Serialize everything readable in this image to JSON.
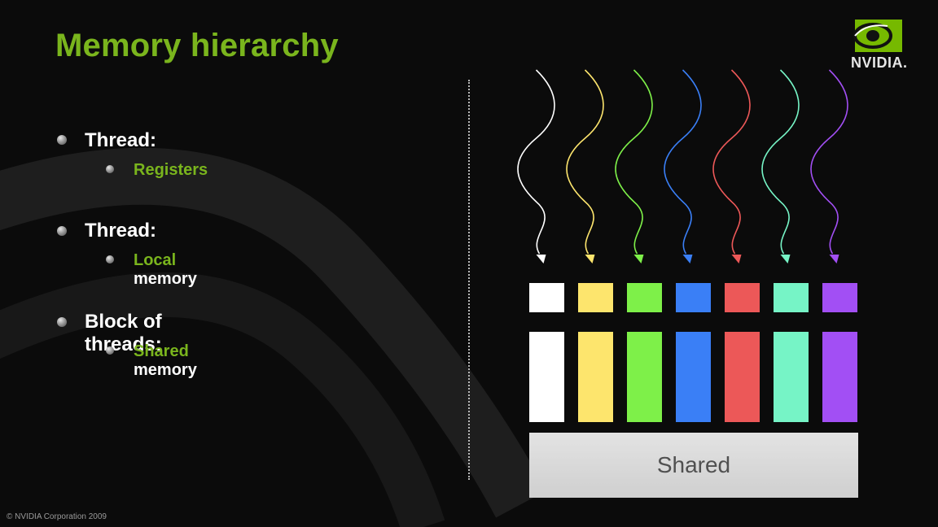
{
  "slide": {
    "title": "Memory hierarchy",
    "logo_text": "NVIDIA.",
    "copyright": "© NVIDIA Corporation 2009"
  },
  "bullets": [
    {
      "heading": "Thread:",
      "sub_green": "Registers",
      "sub_white": ""
    },
    {
      "heading": "Thread:",
      "sub_green": "Local",
      "sub_white": " memory"
    },
    {
      "heading": "Block of threads:",
      "sub_green": "Shared",
      "sub_white": " memory"
    }
  ],
  "diagram": {
    "thread_colors": [
      "#ffffff",
      "#fde56d",
      "#7ef049",
      "#3a7ff6",
      "#ec5858",
      "#76f4c6",
      "#a24ff4"
    ],
    "shared_label": "Shared",
    "colors": {
      "accent_green": "#7ab51d",
      "background": "#0b0b0b",
      "shared_box": "#d8d8d8"
    }
  }
}
